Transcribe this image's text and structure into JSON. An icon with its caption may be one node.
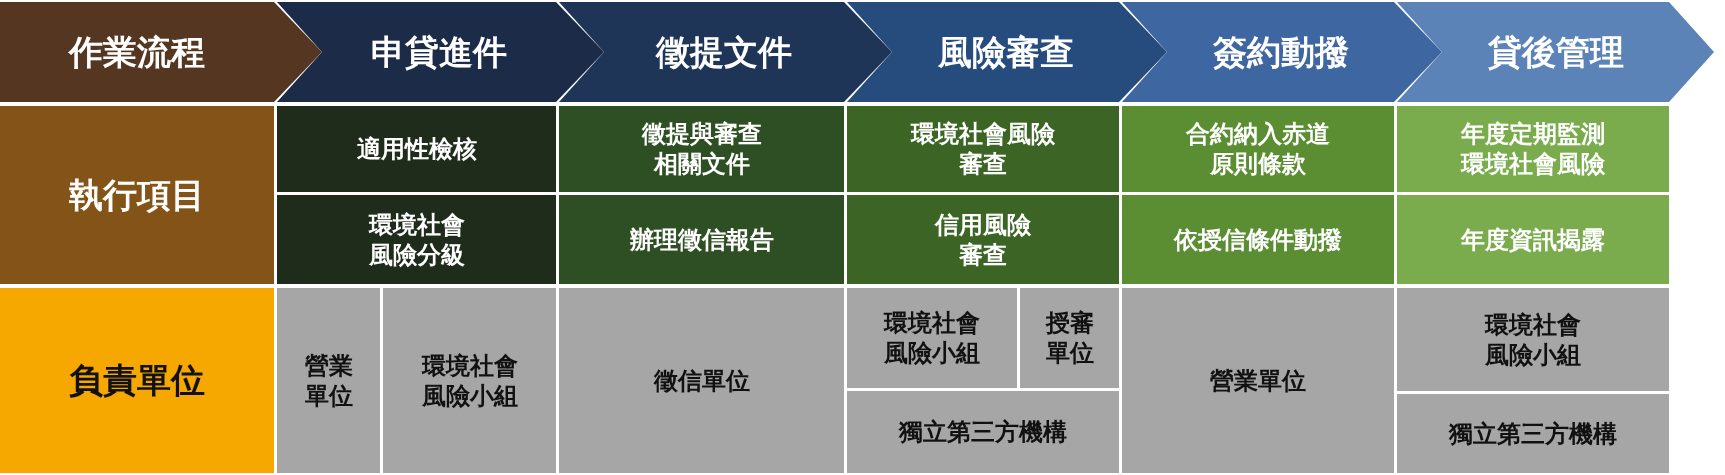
{
  "diagram": {
    "nodes": [
      {
        "text": [
          "作業流程"
        ]
      },
      {
        "text": [
          "申貸進件"
        ]
      },
      {
        "text": [
          "徵提文件"
        ]
      },
      {
        "text": [
          "風險審查"
        ]
      },
      {
        "text": [
          "簽約動撥"
        ]
      },
      {
        "text": [
          "貸後管理"
        ]
      },
      {
        "text": [
          "執行項目"
        ]
      },
      {
        "text": [
          "適用性檢核"
        ]
      },
      {
        "text": [
          "徵提與審查相關文件"
        ]
      },
      {
        "text": [
          "環境社會風險審查"
        ]
      },
      {
        "text": [
          "合約納入赤道原則條款"
        ]
      },
      {
        "text": [
          "年度定期監測環境社會風險"
        ]
      },
      {
        "text": [
          "環境社會風險分級"
        ]
      },
      {
        "text": [
          "辦理徵信報告"
        ]
      },
      {
        "text": [
          "信用風險審查"
        ]
      },
      {
        "text": [
          "依授信條件動撥"
        ]
      },
      {
        "text": [
          "年度資訊揭露"
        ]
      },
      {
        "text": [
          "負責單位"
        ]
      },
      {
        "text": [
          "營業單位"
        ]
      },
      {
        "text": [
          "環境社會風險小組"
        ]
      },
      {
        "text": [
          "徵信單位"
        ]
      },
      {
        "text": [
          "環境社會風險小組"
        ]
      },
      {
        "text": [
          "授審單位"
        ]
      },
      {
        "text": [
          "營業單位"
        ]
      },
      {
        "text": [
          "環境社會風險小組"
        ]
      },
      {
        "text": [
          "獨立第三方機構"
        ]
      },
      {
        "text": [
          "獨立第三方機構"
        ]
      }
    ],
    "edges": [
      {
        "from": 0,
        "to": 1,
        "arrow": "to"
      },
      {
        "from": 1,
        "to": 2,
        "arrow": "to"
      },
      {
        "from": 2,
        "to": 3,
        "arrow": "to"
      },
      {
        "from": 3,
        "to": 4,
        "arrow": "to"
      },
      {
        "from": 4,
        "to": 5,
        "arrow": "to"
      },
      {
        "from": 5,
        "to": null,
        "arrow": "to"
      }
    ]
  }
}
